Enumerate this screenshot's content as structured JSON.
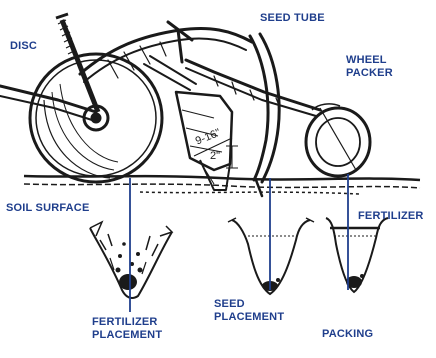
{
  "labels": {
    "disc": "DISC",
    "seed_tube": "SEED TUBE",
    "wheel_packer_line1": "WHEEL",
    "wheel_packer_line2": "PACKER",
    "soil_surface": "SOIL SURFACE",
    "fertilizer": "FERTILIZER",
    "fertilizer_placement_line1": "FERTILIZER",
    "fertilizer_placement_line2": "PLACEMENT",
    "seed_placement_line1": "SEED",
    "seed_placement_line2": "PLACEMENT",
    "packing": "PACKING"
  },
  "dimensions": {
    "depth_range": "9-16\"",
    "offset": "2\""
  },
  "colors": {
    "label": "#1f3e8c",
    "leader_line": "#1f3e8c",
    "ink": "#1a1a1a"
  }
}
